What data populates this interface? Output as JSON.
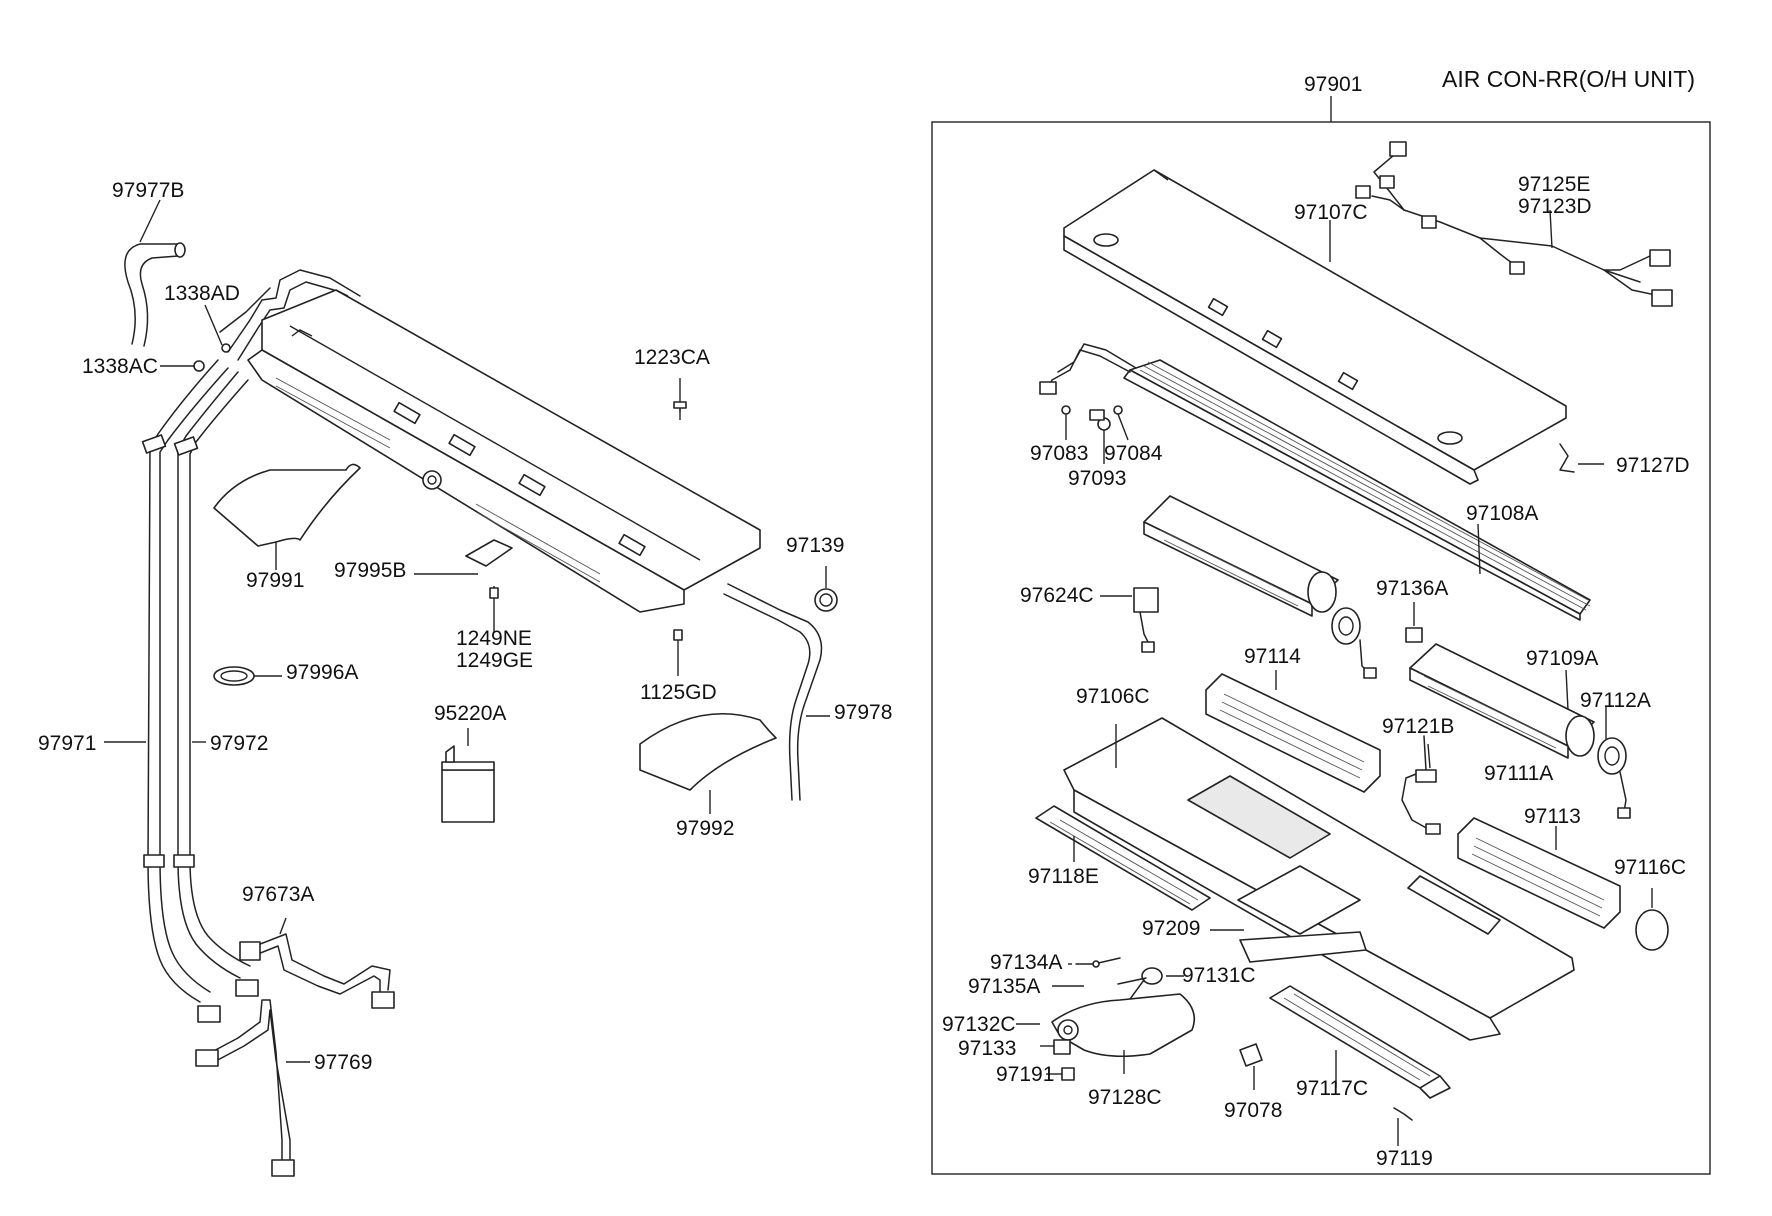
{
  "title": "AIR CON-RR(O/H UNIT)",
  "assembly": "97901",
  "labels": {
    "p97977B": "97977B",
    "p1338AD": "1338AD",
    "p1338AC": "1338AC",
    "p1223CA": "1223CA",
    "p97991": "97991",
    "p97995B": "97995B",
    "p97139": "97139",
    "p1249NE": "1249NE",
    "p1249GE": "1249GE",
    "p97996A": "97996A",
    "p1125GD": "1125GD",
    "p97978": "97978",
    "p95220A": "95220A",
    "p97971": "97971",
    "p97972": "97972",
    "p97992": "97992",
    "p97673A": "97673A",
    "p97769": "97769",
    "p97107C": "97107C",
    "p97125E": "97125E",
    "p97123D": "97123D",
    "p97083": "97083",
    "p97084": "97084",
    "p97093": "97093",
    "p97127D": "97127D",
    "p97108A": "97108A",
    "p97624C": "97624C",
    "p97136A": "97136A",
    "p97114": "97114",
    "p97109A": "97109A",
    "p97106C": "97106C",
    "p97112A": "97112A",
    "p97121B": "97121B",
    "p97111A": "97111A",
    "p97113": "97113",
    "p97118E": "97118E",
    "p97116C": "97116C",
    "p97209": "97209",
    "p97134A": "97134A",
    "p97135A": "97135A",
    "p97131C": "97131C",
    "p97132C": "97132C",
    "p97133": "97133",
    "p97191": "97191",
    "p97128C": "97128C",
    "p97078": "97078",
    "p97117C": "97117C",
    "p97119": "97119"
  }
}
